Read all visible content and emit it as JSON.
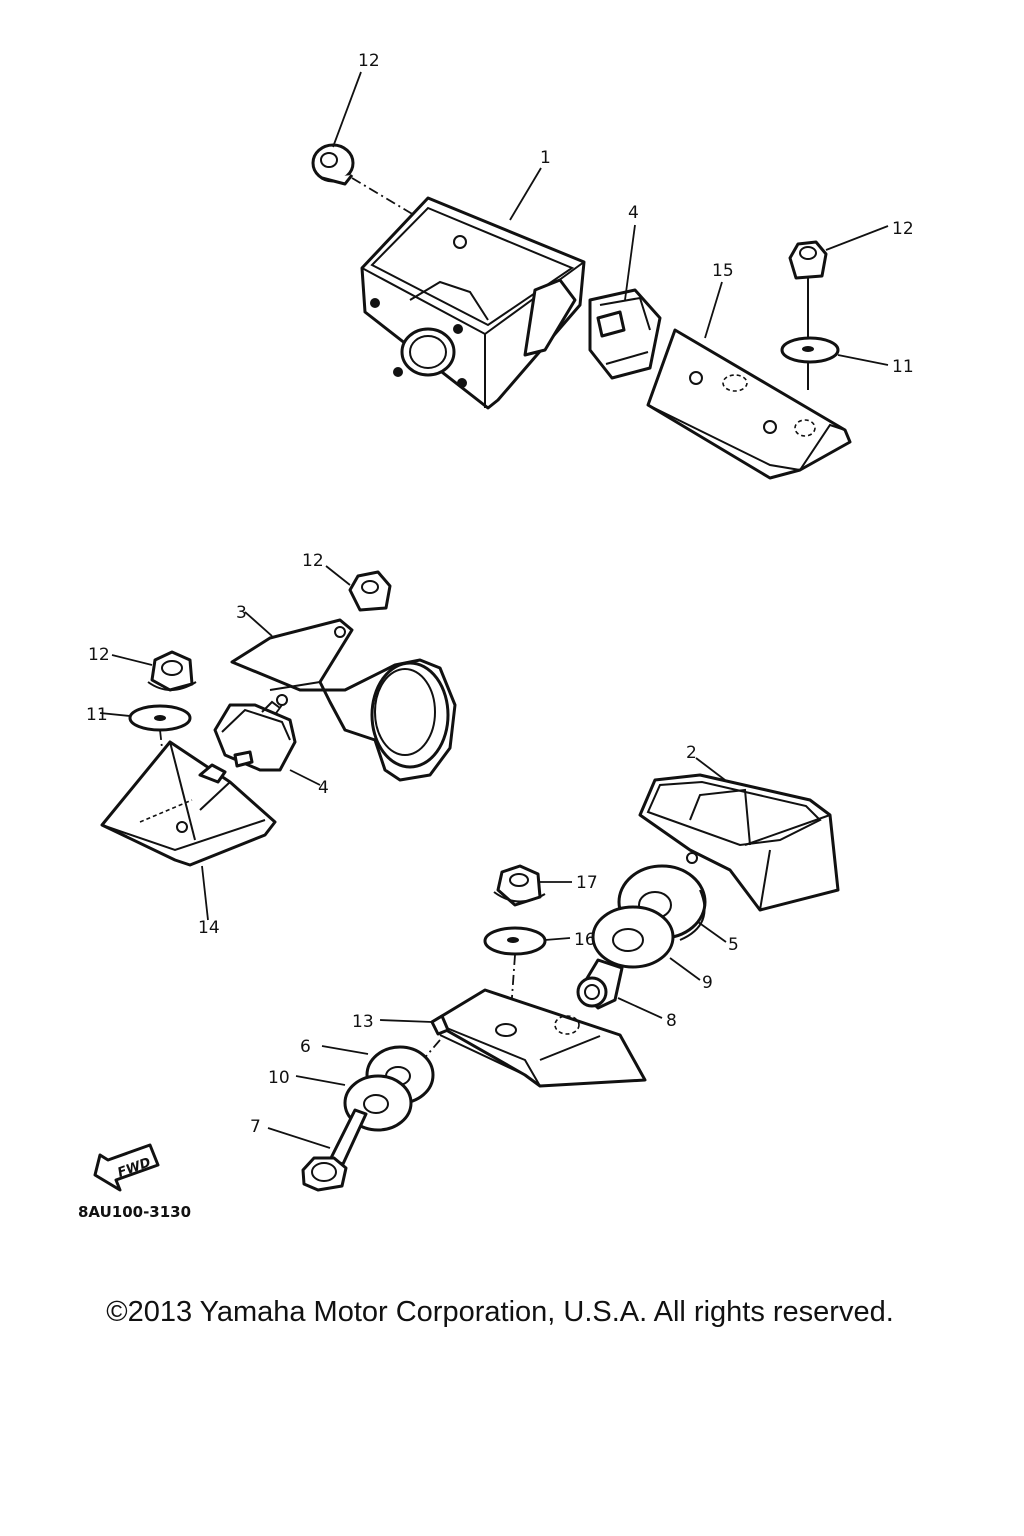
{
  "callouts": {
    "c1": "1",
    "c2": "2",
    "c3": "3",
    "c4a": "4",
    "c4b": "4",
    "c5": "5",
    "c6": "6",
    "c7": "7",
    "c8": "8",
    "c9": "9",
    "c10": "10",
    "c11a": "11",
    "c11b": "11",
    "c12a": "12",
    "c12b": "12",
    "c12c": "12",
    "c12d": "12",
    "c13": "13",
    "c14": "14",
    "c15": "15",
    "c16": "16",
    "c17": "17"
  },
  "fwd_label": "FWD",
  "diagram_code": "8AU100-3130",
  "copyright": "©2013 Yamaha Motor Corporation, U.S.A. All rights reserved."
}
